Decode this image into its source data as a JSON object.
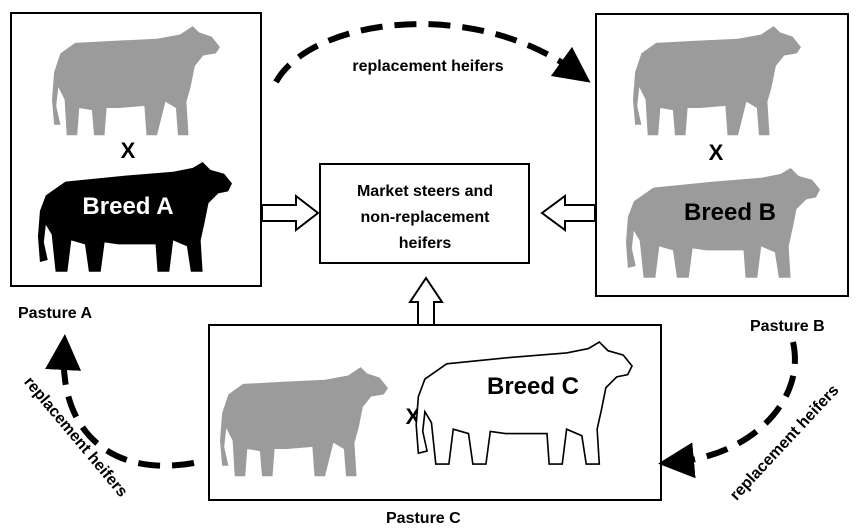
{
  "pastures": {
    "a": {
      "label": "Pasture A",
      "breed_label": "Breed A",
      "cross_symbol": "X"
    },
    "b": {
      "label": "Pasture B",
      "breed_label": "Breed B",
      "cross_symbol": "X"
    },
    "c": {
      "label": "Pasture C",
      "breed_label": "Breed C",
      "cross_symbol": "X"
    }
  },
  "market_box": {
    "lines": [
      "Market steers and",
      "non-replacement",
      "heifers"
    ]
  },
  "flows": {
    "top": "replacement heifers",
    "right": "replacement heifers",
    "left": "replacement heifers"
  },
  "colors": {
    "cow_gray": "#9b9b9b",
    "breed_a": "#000000",
    "breed_b": "#9b9b9b",
    "breed_c_outline": "#000000",
    "background": "#ffffff"
  }
}
